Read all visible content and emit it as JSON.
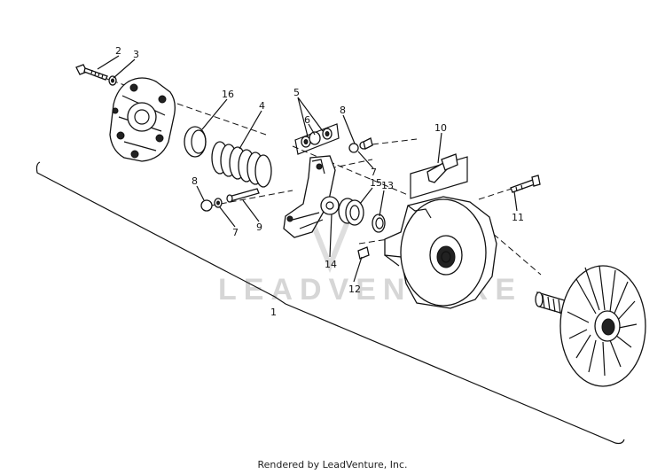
{
  "watermark": {
    "text": "LEADVENTURE"
  },
  "footer": {
    "text": "Rendered by LeadVenture, Inc."
  },
  "callouts": {
    "c1": "1",
    "c2": "2",
    "c3": "3",
    "c4": "4",
    "c5": "5",
    "c6": "6",
    "c7a": "7",
    "c7b": "7",
    "c8a": "8",
    "c8b": "8",
    "c9": "9",
    "c10": "10",
    "c11": "11",
    "c12": "12",
    "c13": "13",
    "c14": "14",
    "c15": "15",
    "c16": "16"
  }
}
